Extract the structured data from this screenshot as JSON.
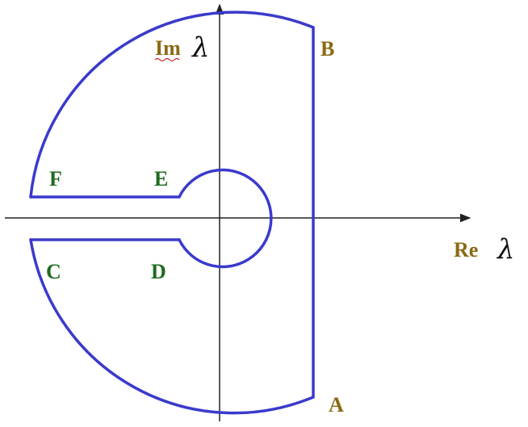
{
  "axes": {
    "imag_label": "Im",
    "real_label": "Re",
    "variable": "λ"
  },
  "points": {
    "A": "A",
    "B": "B",
    "C": "C",
    "D": "D",
    "E": "E",
    "F": "F"
  },
  "colors": {
    "contour": "#3a3acc",
    "axis": "#222222",
    "axis_label": "#8b6914",
    "point_label_right": "#8b6914",
    "point_label_left": "#1f6b1f",
    "underline": "#cc2222"
  }
}
